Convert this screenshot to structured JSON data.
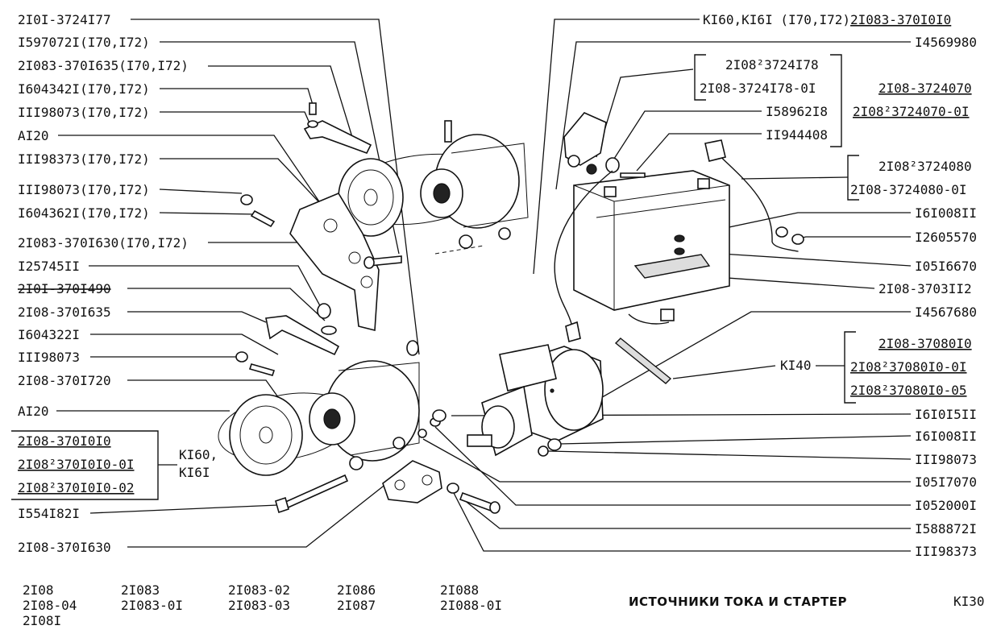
{
  "left_labels": [
    "2I0I-3724I77",
    "I597072I(I70,I72)",
    "2I083-370I635(I70,I72)",
    "I604342I(I70,I72)",
    "III98073(I70,I72)",
    "AI20",
    "III98373(I70,I72)",
    "III98073(I70,I72)",
    "I604362I(I70,I72)",
    "2I083-370I630(I70,I72)",
    "I25745II",
    "2I0I-370I490",
    "2I08-370I635",
    "I604322I",
    "III98073",
    "2I08-370I720",
    "AI20",
    "I554I82I",
    "2I08-370I630"
  ],
  "left_group": {
    "items": [
      "2I08-370I0I0",
      "2I08²370I0I0-0I",
      "2I08²370I0I0-02"
    ],
    "note_line1": "KI60,",
    "note_line2": "KI6I"
  },
  "right_labels": {
    "top_note_prefix": "KI60,KI6I  (I70,I72)",
    "top_note_part": "2I083-370I0I0",
    "r1": "I4569980",
    "brace1_items": [
      "2I08²3724I78",
      "2I08-3724I78-0I"
    ],
    "r2": "I58962I8",
    "r3": "II944408",
    "brace2_items": [
      "2I08-3724070",
      "2I08²3724070-0I"
    ],
    "brace3_items": [
      "2I08²3724080",
      "2I08-3724080-0I"
    ],
    "r4": "I6I008II",
    "r5": "I2605570",
    "r6": "I05I6670",
    "r7": "2I08-3703II2",
    "r8": "I4567680",
    "brace4_items": [
      "2I08-37080I0",
      "2I08²37080I0-0I",
      "2I08²37080I0-05"
    ],
    "brace4_note": "KI40",
    "r9": "I6I0I5II",
    "r10": "I6I008II",
    "r11": "III98073",
    "r12": "I05I7070",
    "r13": "I052000I",
    "r14": "I588872I",
    "r15": "III98373"
  },
  "footer": {
    "models": [
      [
        "2I08",
        "2I08-04",
        "2I08I"
      ],
      [
        "2I083",
        "2I083-0I"
      ],
      [
        "2I083-02",
        "2I083-03"
      ],
      [
        "2I086",
        "2I087"
      ],
      [
        "2I088",
        "2I088-0I"
      ]
    ],
    "title": "ИСТОЧНИКИ ТОКА И СТАРТЕР",
    "page_code": "KI30"
  }
}
